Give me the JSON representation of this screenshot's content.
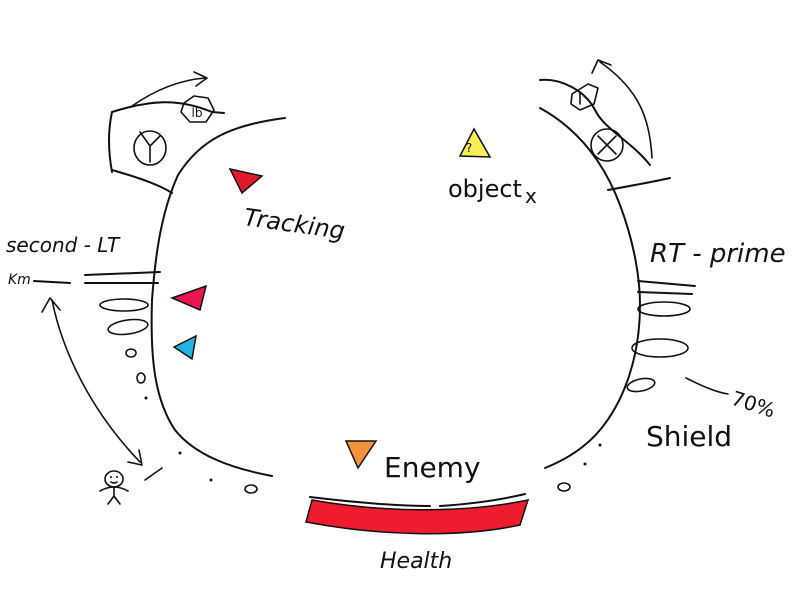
{
  "labels": {
    "tracking": "Tracking",
    "object": "object",
    "second_lt": "second - LT",
    "second_lt_sub": "Km",
    "rt_prime": "RT - prime",
    "shield": "Shield",
    "shield_percent": "70%",
    "enemy": "Enemy",
    "health": "Health",
    "button_y": "Y",
    "button_x": "X",
    "button_lb": "lb",
    "object_marker": "?"
  },
  "colors": {
    "ink": "#111111",
    "health_bar": "#ee1c2e",
    "tracking_marker": "#e0192b",
    "lt_marker": "#e8174f",
    "ally_marker": "#22b5e3",
    "object_marker": "#f7ef57",
    "enemy_marker": "#f2923a"
  },
  "icons": {
    "player": "stick-figure-icon",
    "button_y": "y-button-icon",
    "button_x": "x-button-icon",
    "button_lb": "lb-button-icon",
    "button_rb": "rb-button-icon"
  }
}
